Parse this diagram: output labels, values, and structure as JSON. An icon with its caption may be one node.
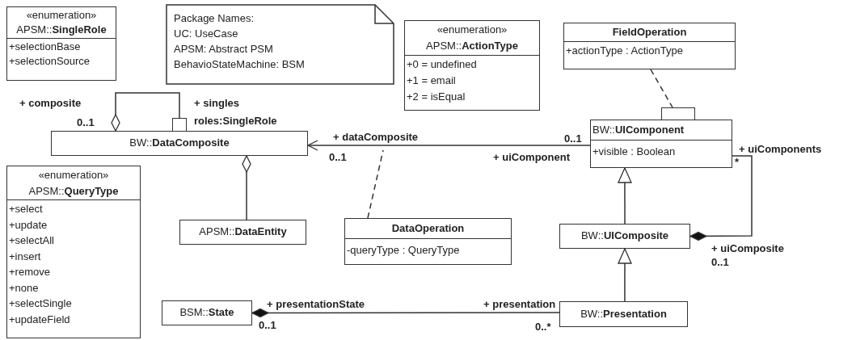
{
  "diagram": {
    "nodes": [
      {
        "text": [
          "«enumeration»",
          "APSM::**SingleRole**",
          "+selectionBase",
          "+selectionSource"
        ]
      },
      {
        "text": [
          "Package Names:",
          "UC: UseCase",
          "APSM: Abstract PSM",
          "BehavioStateMachine: BSM"
        ]
      },
      {
        "text": [
          "«enumeration»",
          "APSM::**ActionType**",
          "+0 = undefined",
          "+1 = email",
          "+2 = isEqual"
        ]
      },
      {
        "text": [
          "FieldOperation",
          "+actionType : ActionType"
        ]
      },
      {
        "text": [
          "BW::**DataComposite**"
        ]
      },
      {
        "text": [
          "BW::**UIComponent**",
          "+visible : Boolean"
        ]
      },
      {
        "text": [
          "«enumeration»",
          "APSM::**QueryType**",
          "+select",
          "+update",
          "+selectAll",
          "+insert",
          "+remove",
          "+none",
          "+selectSingle",
          "+updateField"
        ]
      },
      {
        "text": [
          "APSM::**DataEntity**"
        ]
      },
      {
        "text": [
          "DataOperation",
          "-queryType : QueryType"
        ]
      },
      {
        "text": [
          "BW::**UIComposite**"
        ]
      },
      {
        "text": [
          "BSM::**State**"
        ]
      },
      {
        "text": [
          "BW::**Presentation**"
        ]
      },
      {
        "text": [],
        "shape": "box"
      },
      {
        "text": [],
        "shape": "box"
      }
    ],
    "edges": [
      {
        "from": 4,
        "to": 12,
        "arrow": "other"
      },
      {
        "from": 5,
        "to": 4,
        "arrow": "to"
      },
      {
        "from": 4,
        "to": 7,
        "arrow": "other"
      },
      {
        "from": 3,
        "to": 13,
        "arrow": "none",
        "style": "dashed"
      },
      {
        "from": 8,
        "to": null,
        "arrow": "none",
        "style": "dashed"
      },
      {
        "from": 9,
        "to": 5,
        "arrow": "to"
      },
      {
        "from": 11,
        "to": 9,
        "arrow": "to"
      },
      {
        "from": 9,
        "to": 5,
        "arrow": "other"
      },
      {
        "from": 10,
        "to": 11,
        "arrow": "other"
      }
    ],
    "labels": [
      "+ composite",
      "+ singles",
      "0..1",
      "roles:SingleRole",
      "+ dataComposite",
      "0..1",
      "0..1",
      "+ uiComponent",
      "+ uiComponents",
      "*",
      "+ uiComposite",
      "0..1",
      "+ presentationState",
      "+ presentation",
      "0..1",
      "0..*"
    ]
  }
}
